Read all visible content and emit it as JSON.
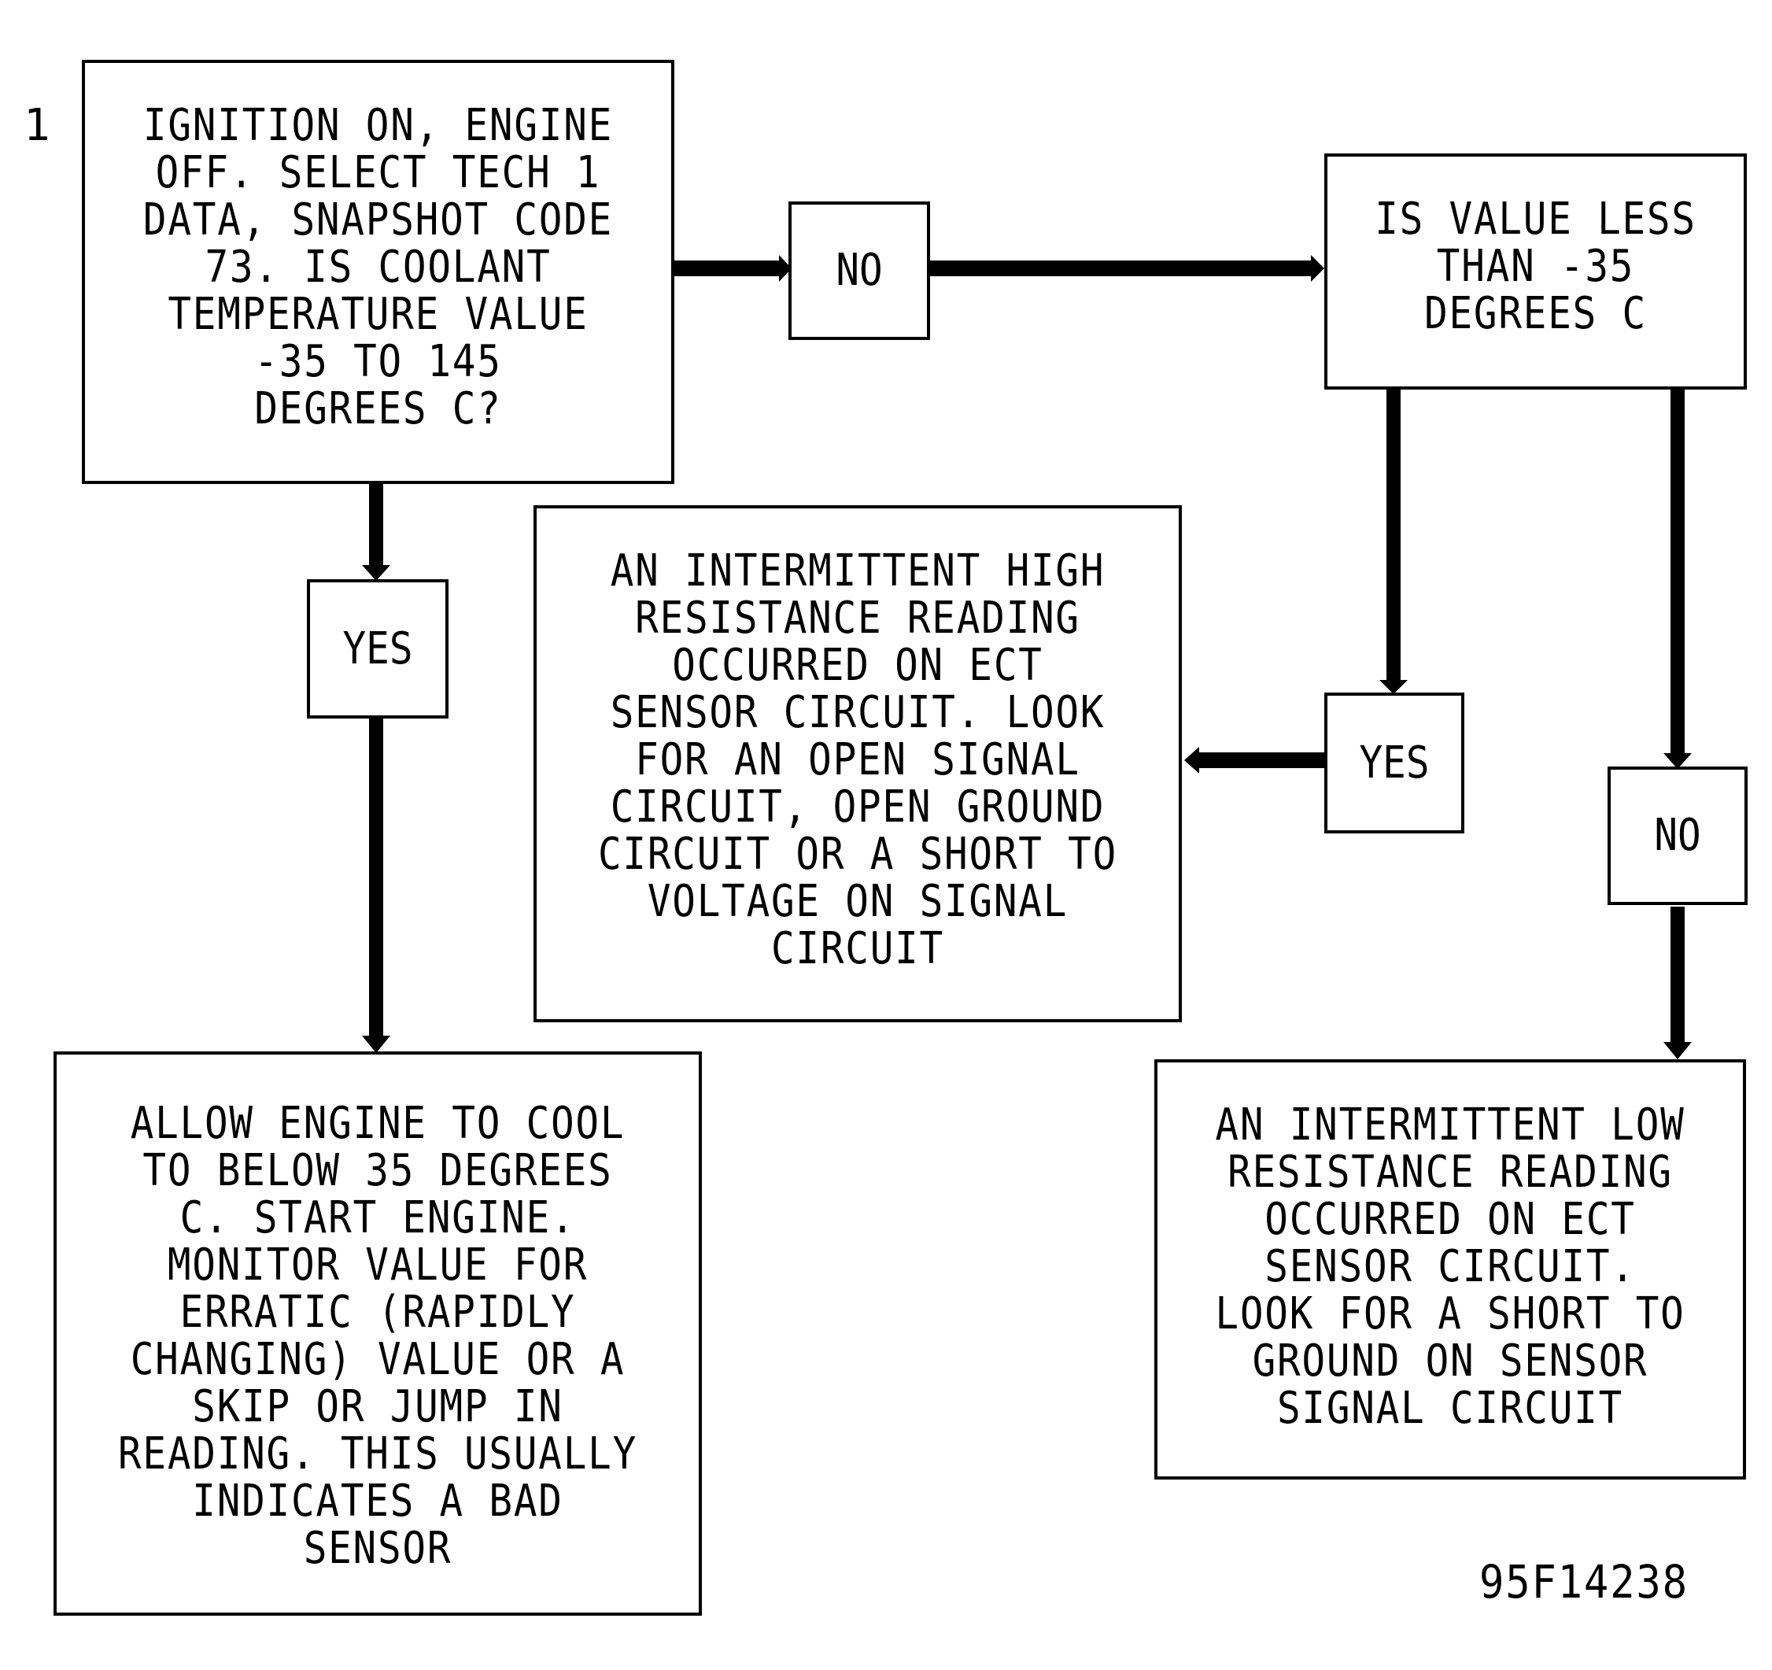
{
  "step_number": "1",
  "figure_id": "95F14238",
  "boxes": {
    "start": "IGNITION ON, ENGINE\nOFF. SELECT TECH 1\nDATA, SNAPSHOT CODE\n73. IS COOLANT\nTEMPERATURE VALUE\n-35 TO 145\nDEGREES C?",
    "question": "IS VALUE LESS\nTHAN -35\nDEGREES C",
    "high_resistance": "AN INTERMITTENT HIGH\nRESISTANCE READING\nOCCURRED ON ECT\nSENSOR CIRCUIT. LOOK\nFOR AN OPEN SIGNAL\nCIRCUIT, OPEN GROUND\nCIRCUIT OR A SHORT TO\nVOLTAGE ON SIGNAL\nCIRCUIT",
    "cool_engine": "ALLOW ENGINE TO COOL\nTO BELOW 35 DEGREES\nC. START ENGINE.\nMONITOR VALUE FOR\nERRATIC (RAPIDLY\nCHANGING) VALUE OR A\nSKIP OR JUMP IN\nREADING. THIS USUALLY\nINDICATES A BAD\nSENSOR",
    "low_resistance": "AN INTERMITTENT LOW\nRESISTANCE READING\nOCCURRED ON ECT\nSENSOR CIRCUIT.\nLOOK FOR A SHORT TO\nGROUND ON SENSOR\nSIGNAL CIRCUIT"
  },
  "labels": {
    "no_top": "NO",
    "yes_left": "YES",
    "yes_right": "YES",
    "no_right": "NO"
  }
}
